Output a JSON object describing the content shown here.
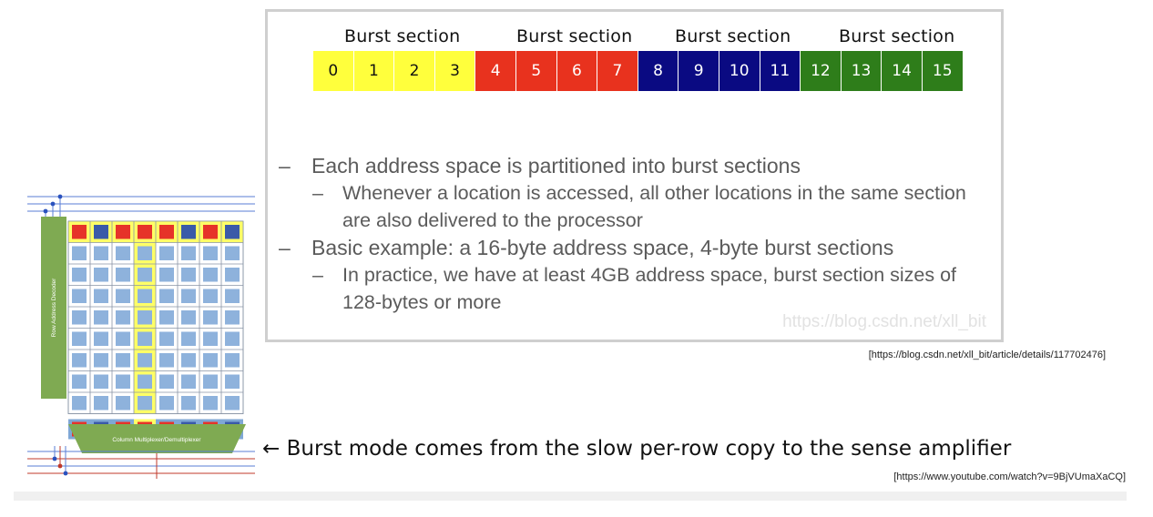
{
  "dram": {
    "decoder_label": "Row Address Decoder",
    "mux_label": "Column Multiplexer/Demultiplexer",
    "colors": {
      "decoder_green": "#7faa52",
      "cell_blue": "#8eb2dc",
      "cell_red": "#e63329",
      "cell_darkblue": "#3a5aa8",
      "highlight_yellow": "#ffff66",
      "wire_blue": "#5a7ed6",
      "wire_red": "#c0392b"
    }
  },
  "slide": {
    "burst_headers": [
      "Burst section",
      "Burst section",
      "Burst section",
      "Burst section"
    ],
    "cells": [
      {
        "label": "0",
        "bg": "#ffff3c",
        "fg": "#111111"
      },
      {
        "label": "1",
        "bg": "#ffff3c",
        "fg": "#111111"
      },
      {
        "label": "2",
        "bg": "#ffff3c",
        "fg": "#111111"
      },
      {
        "label": "3",
        "bg": "#ffff3c",
        "fg": "#111111"
      },
      {
        "label": "4",
        "bg": "#e8321e",
        "fg": "#ffffff"
      },
      {
        "label": "5",
        "bg": "#e8321e",
        "fg": "#ffffff"
      },
      {
        "label": "6",
        "bg": "#e8321e",
        "fg": "#ffffff"
      },
      {
        "label": "7",
        "bg": "#e8321e",
        "fg": "#ffffff"
      },
      {
        "label": "8",
        "bg": "#0a0a82",
        "fg": "#ffffff"
      },
      {
        "label": "9",
        "bg": "#0a0a82",
        "fg": "#ffffff"
      },
      {
        "label": "10",
        "bg": "#0a0a82",
        "fg": "#ffffff"
      },
      {
        "label": "11",
        "bg": "#0a0a82",
        "fg": "#ffffff"
      },
      {
        "label": "12",
        "bg": "#2e7d1a",
        "fg": "#ffffff"
      },
      {
        "label": "13",
        "bg": "#2e7d1a",
        "fg": "#ffffff"
      },
      {
        "label": "14",
        "bg": "#2e7d1a",
        "fg": "#ffffff"
      },
      {
        "label": "15",
        "bg": "#2e7d1a",
        "fg": "#ffffff"
      }
    ],
    "bullets": {
      "b1_dash": "–",
      "b1": "Each address space is partitioned into burst sections",
      "b1_sub_dash": "–",
      "b1_sub": "Whenever a location is accessed, all other locations in the same section are also delivered to the processor",
      "b2_dash": "–",
      "b2": "Basic example: a 16-byte address space, 4-byte burst sections",
      "b2_sub_dash": "–",
      "b2_sub": "In practice, we have at least 4GB address space,  burst section sizes of 128-bytes or more"
    },
    "watermark": "https://blog.csdn.net/xll_bit"
  },
  "source_url_1": "[https://blog.csdn.net/xll_bit/article/details/117702476]",
  "caption": {
    "arrow": "←",
    "text": "Burst mode comes from the slow per-row copy to the sense amplifier"
  },
  "source_url_2": "[https://www.youtube.com/watch?v=9BjVUmaXaCQ]"
}
